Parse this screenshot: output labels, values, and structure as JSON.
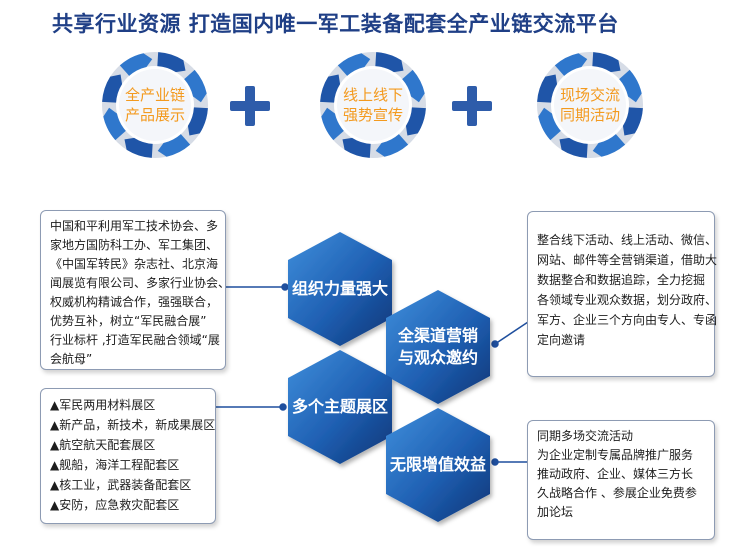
{
  "headline": "共享行业资源  打造国内唯一军工装备配套全产业链交流平台",
  "rings": [
    {
      "lines": [
        "全产业链",
        "产品展示"
      ]
    },
    {
      "lines": [
        "线上线下",
        "强势宣传"
      ]
    },
    {
      "lines": [
        "现场交流",
        "同期活动"
      ]
    }
  ],
  "hexagons": [
    {
      "lines": [
        "组织力量强大"
      ]
    },
    {
      "lines": [
        "全渠道营销",
        "与观众邀约"
      ]
    },
    {
      "lines": [
        "多个主题展区"
      ]
    },
    {
      "lines": [
        "无限增值效益"
      ]
    }
  ],
  "boxes": {
    "top_left": [
      "中国和平利用军工技术协会、多",
      "家地方国防科工办、军工集团、",
      "《中国军转民》杂志社、北京海",
      "闻展览有限公司、多家行业协会、",
      "权威机构精诚合作，强强联合，",
      "优势互补，树立“军民融合展”",
      "行业标杆 ,打造军民融合领域“展",
      "会航母”"
    ],
    "bottom_left": [
      "▲军民两用材料展区",
      "▲新产品，新技术，新成果展区",
      "▲航空航天配套展区",
      "▲舰船，海洋工程配套区",
      "▲核工业，武器装备配套区",
      "▲安防，应急救灾配套区"
    ],
    "top_right": [
      "整合线下活动、线上活动、微信、",
      "网站、邮件等全营销渠道，借助大",
      "数据整合和数据追踪，全力挖掘",
      "各领域专业观众数据，划分政府、",
      "军方、企业三个方向由专人、专函",
      "定向邀请"
    ],
    "bottom_right": [
      "同期多场交流活动",
      "为企业定制专属品牌推广服务",
      "推动政府、企业、媒体三方长",
      "久战略合作 、参展企业免费参",
      "加论坛"
    ]
  },
  "colors": {
    "title": "#1f3f86",
    "ring_text": "#f39a1f",
    "hex_dark": "#0f3f8c",
    "hex_light": "#2f7fd0",
    "plus": "#2e5caa"
  }
}
